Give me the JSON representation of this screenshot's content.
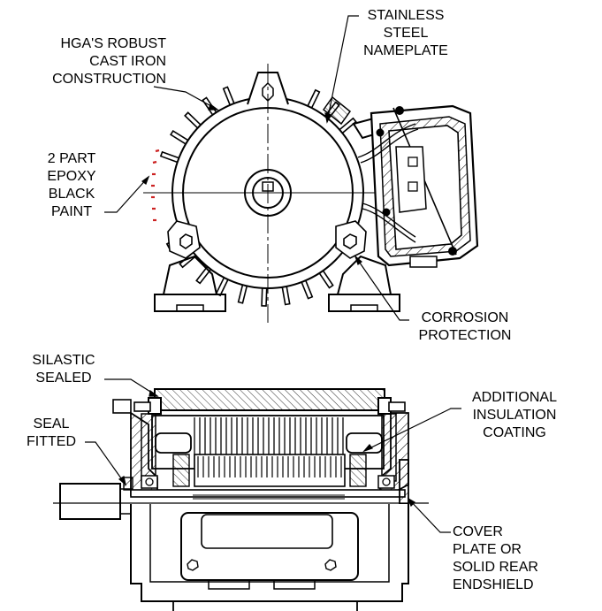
{
  "callouts": {
    "cast_iron": [
      "HGA'S ROBUST",
      "CAST IRON",
      "CONSTRUCTION"
    ],
    "nameplate": [
      "STAINLESS",
      "STEEL",
      "NAMEPLATE"
    ],
    "epoxy": [
      "2 PART",
      "EPOXY",
      "BLACK",
      "PAINT"
    ],
    "corrosion": [
      "CORROSION",
      "PROTECTION"
    ],
    "silastic": [
      "SILASTIC",
      "SEALED"
    ],
    "insulation": [
      "ADDITIONAL",
      "INSULATION",
      "COATING"
    ],
    "seal": [
      "SEAL",
      "FITTED"
    ],
    "cover": [
      "COVER",
      "PLATE OR",
      "SOLID REAR",
      "ENDSHIELD"
    ]
  },
  "colors": {
    "ink": "#000000",
    "paint_marks": "#cc2222",
    "background": "#ffffff"
  }
}
